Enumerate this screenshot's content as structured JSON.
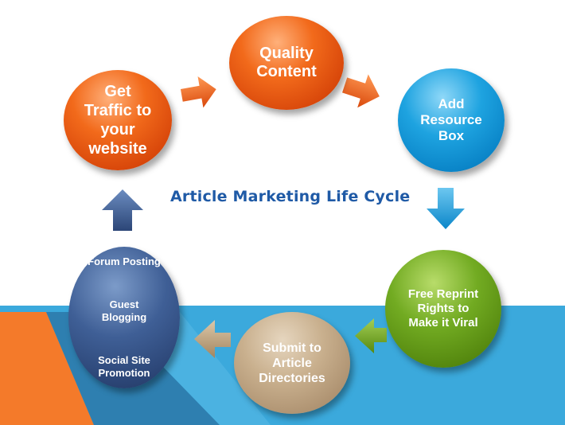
{
  "diagram": {
    "title": "Article Marketing Life Cycle",
    "steps": {
      "quality_content": "Quality\nContent",
      "add_resource_box": "Add\nResource\nBox",
      "free_reprint_rights": "Free Reprint\nRights to\nMake it Viral",
      "submit_to_directories": "Submit to\nArticle\nDirectories",
      "promotion": {
        "line1": "Forum Posting",
        "line2": "Guest\nBlogging",
        "line3": "Social Site\nPromotion"
      },
      "get_traffic": "Get\nTraffic to\nyour\nwebsite"
    },
    "colors": {
      "orange": "#f26a1b",
      "blue": "#1ea3e0",
      "green": "#72ab22",
      "tan": "#c9b08e",
      "navy": "#3f5f96",
      "title": "#1f5aa6",
      "band_blue": "#3ba9dc",
      "band_orange": "#f47a2a"
    }
  }
}
